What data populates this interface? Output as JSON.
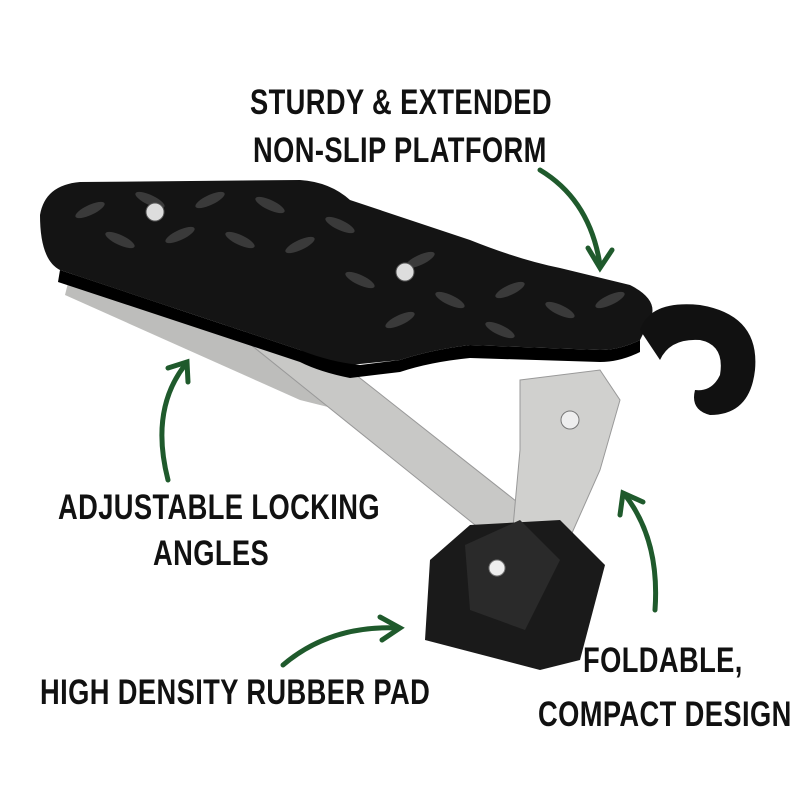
{
  "callouts": {
    "platform": {
      "line1": "STURDY & EXTENDED",
      "line2": "NON-SLIP PLATFORM"
    },
    "angles": {
      "line1": "ADJUSTABLE LOCKING",
      "line2": "ANGLES"
    },
    "pad": {
      "line1": "HIGH DENSITY RUBBER PAD"
    },
    "foldable": {
      "line1": "FOLDABLE,",
      "line2": "COMPACT DESIGN"
    }
  },
  "colors": {
    "arrow": "#1f5a2c",
    "text": "#111111",
    "platform": "#141414",
    "steel": "#c9c9c7"
  }
}
